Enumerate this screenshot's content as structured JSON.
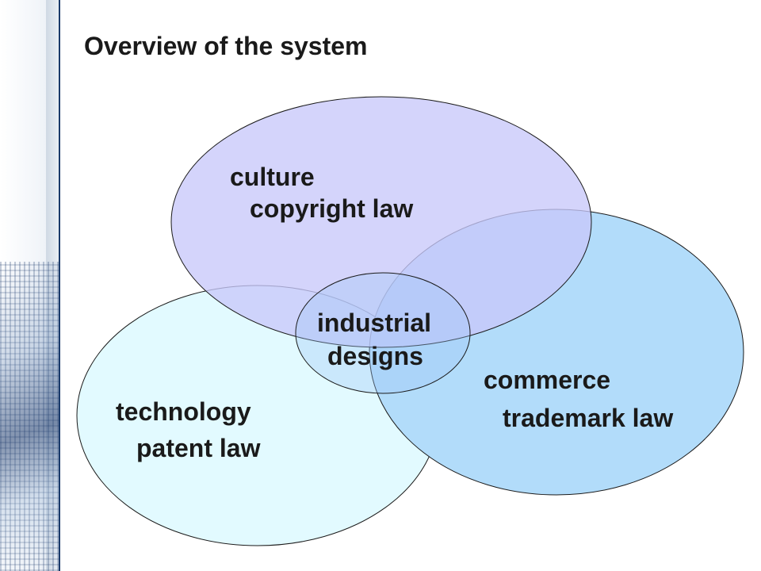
{
  "title": "Overview of the system",
  "circles": {
    "culture": {
      "heading": "culture",
      "law": "copyright law",
      "color": "#c8c8fa"
    },
    "commerce": {
      "heading": "commerce",
      "law": "trademark law",
      "color": "#b2dcfa"
    },
    "technology": {
      "heading": "technology",
      "law": "patent law",
      "color": "#e2faff"
    },
    "center": {
      "line1": "industrial",
      "line2": "designs"
    }
  }
}
